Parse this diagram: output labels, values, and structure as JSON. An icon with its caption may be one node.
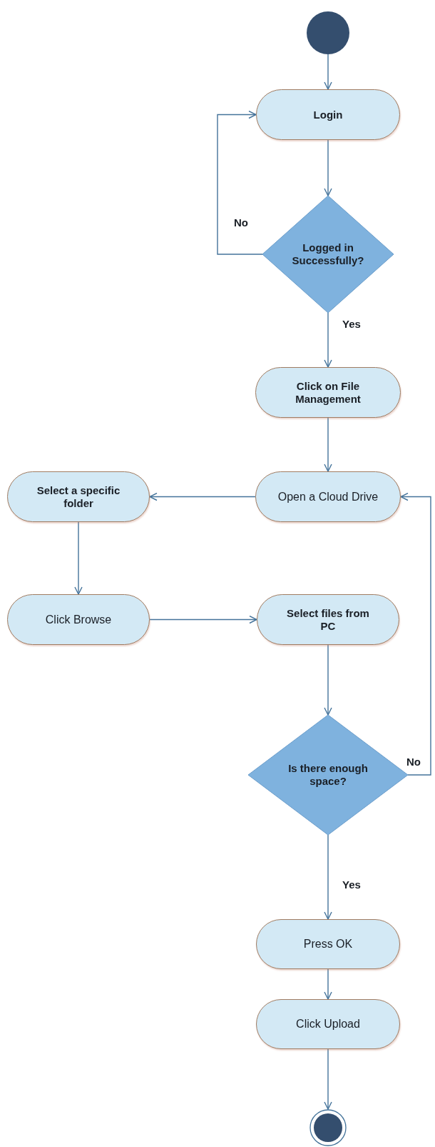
{
  "diagram": {
    "nodes": [
      {
        "text": [],
        "shape": "circle"
      },
      {
        "text": [
          "Login"
        ]
      },
      {
        "text": [
          "Logged in Successfully?"
        ]
      },
      {
        "text": [
          "Click on File Management"
        ]
      },
      {
        "text": [
          "Open a Cloud Drive"
        ]
      },
      {
        "text": [
          "Select a specific folder"
        ]
      },
      {
        "text": [
          "Click Browse"
        ]
      },
      {
        "text": [
          "Select files from PC"
        ]
      },
      {
        "text": [
          "Is there enough space?"
        ]
      },
      {
        "text": [
          "Press OK"
        ]
      },
      {
        "text": [
          "Click Upload"
        ]
      },
      {
        "text": [],
        "shape": "circle"
      }
    ],
    "edges": [
      {
        "from": 0,
        "to": 1,
        "arrow": "to"
      },
      {
        "from": 1,
        "to": 2,
        "arrow": "to"
      },
      {
        "from": 2,
        "to": 1,
        "arrow": "to",
        "label": "No"
      },
      {
        "from": 2,
        "to": 3,
        "arrow": "to",
        "label": "Yes"
      },
      {
        "from": 3,
        "to": 4,
        "arrow": "to"
      },
      {
        "from": 4,
        "to": 5,
        "arrow": "to"
      },
      {
        "from": 5,
        "to": 6,
        "arrow": "to"
      },
      {
        "from": 6,
        "to": 7,
        "arrow": "to"
      },
      {
        "from": 7,
        "to": 8,
        "arrow": "to"
      },
      {
        "from": 8,
        "to": 4,
        "arrow": "to",
        "label": "No"
      },
      {
        "from": 8,
        "to": 9,
        "arrow": "to",
        "label": "Yes"
      },
      {
        "from": 9,
        "to": 10,
        "arrow": "to"
      },
      {
        "from": 10,
        "to": 11,
        "arrow": "to"
      }
    ]
  }
}
